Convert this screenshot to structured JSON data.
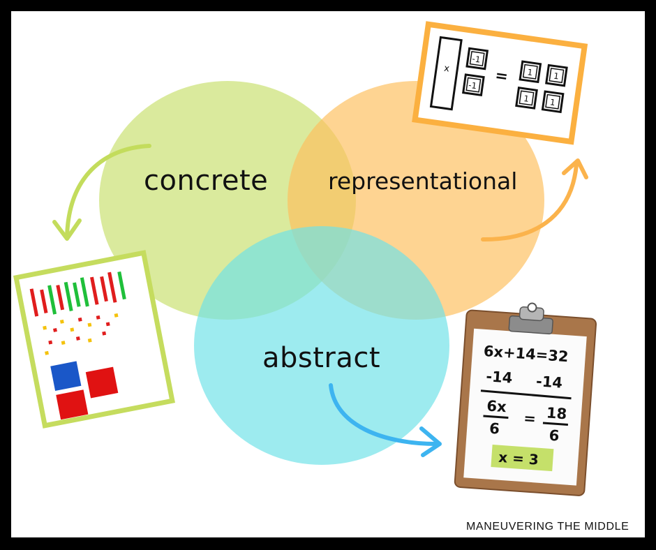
{
  "diagram": {
    "circles": [
      {
        "id": "concrete",
        "label": "concrete",
        "color": "#c8e06f"
      },
      {
        "id": "representational",
        "label": "representational",
        "color": "#fdbf5e"
      },
      {
        "id": "abstract",
        "label": "abstract",
        "color": "#6fe2e8"
      }
    ]
  },
  "representational_card": {
    "border_color": "#fbb040",
    "variable": "x",
    "left_tiles": [
      "-1",
      "-1"
    ],
    "equals": "=",
    "right_tiles": [
      "1",
      "1",
      "1",
      "1"
    ]
  },
  "concrete_card": {
    "border_color": "#c5dc5e"
  },
  "clipboard": {
    "line1": "6x+14=32",
    "line2_left": "-14",
    "line2_right": "-14",
    "frac_left_num": "6x",
    "frac_left_den": "6",
    "equals": "=",
    "frac_right_num": "18",
    "frac_right_den": "6",
    "answer": "x = 3",
    "answer_color": "#c5e06a"
  },
  "arrows": {
    "concrete_color": "#c3dc5c",
    "representational_color": "#fbb34c",
    "abstract_color": "#3db4f0"
  },
  "brand": "MANEUVERING THE MIDDLE"
}
